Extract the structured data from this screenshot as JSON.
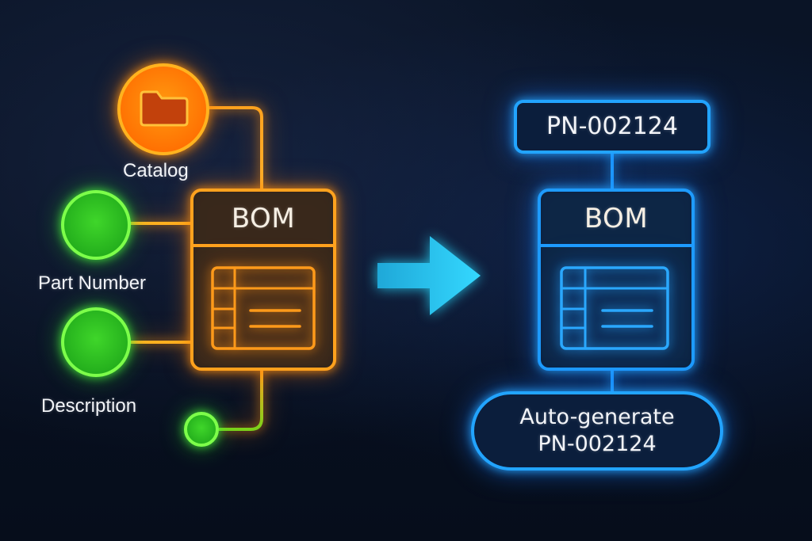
{
  "left": {
    "labels": {
      "catalog": "Catalog",
      "part_number": "Part Number",
      "description": "Description"
    },
    "bom_title": "BOM",
    "icons": {
      "catalog_node": "folder-icon"
    }
  },
  "right": {
    "pn_box": "PN-002124",
    "bom_title": "BOM",
    "auto_line1": "Auto-generate",
    "auto_line2": "PN-002124"
  },
  "colors": {
    "orange": "#ff9a1a",
    "green": "#3ee82a",
    "blue": "#1e9bff",
    "cyan": "#35d6ff"
  }
}
